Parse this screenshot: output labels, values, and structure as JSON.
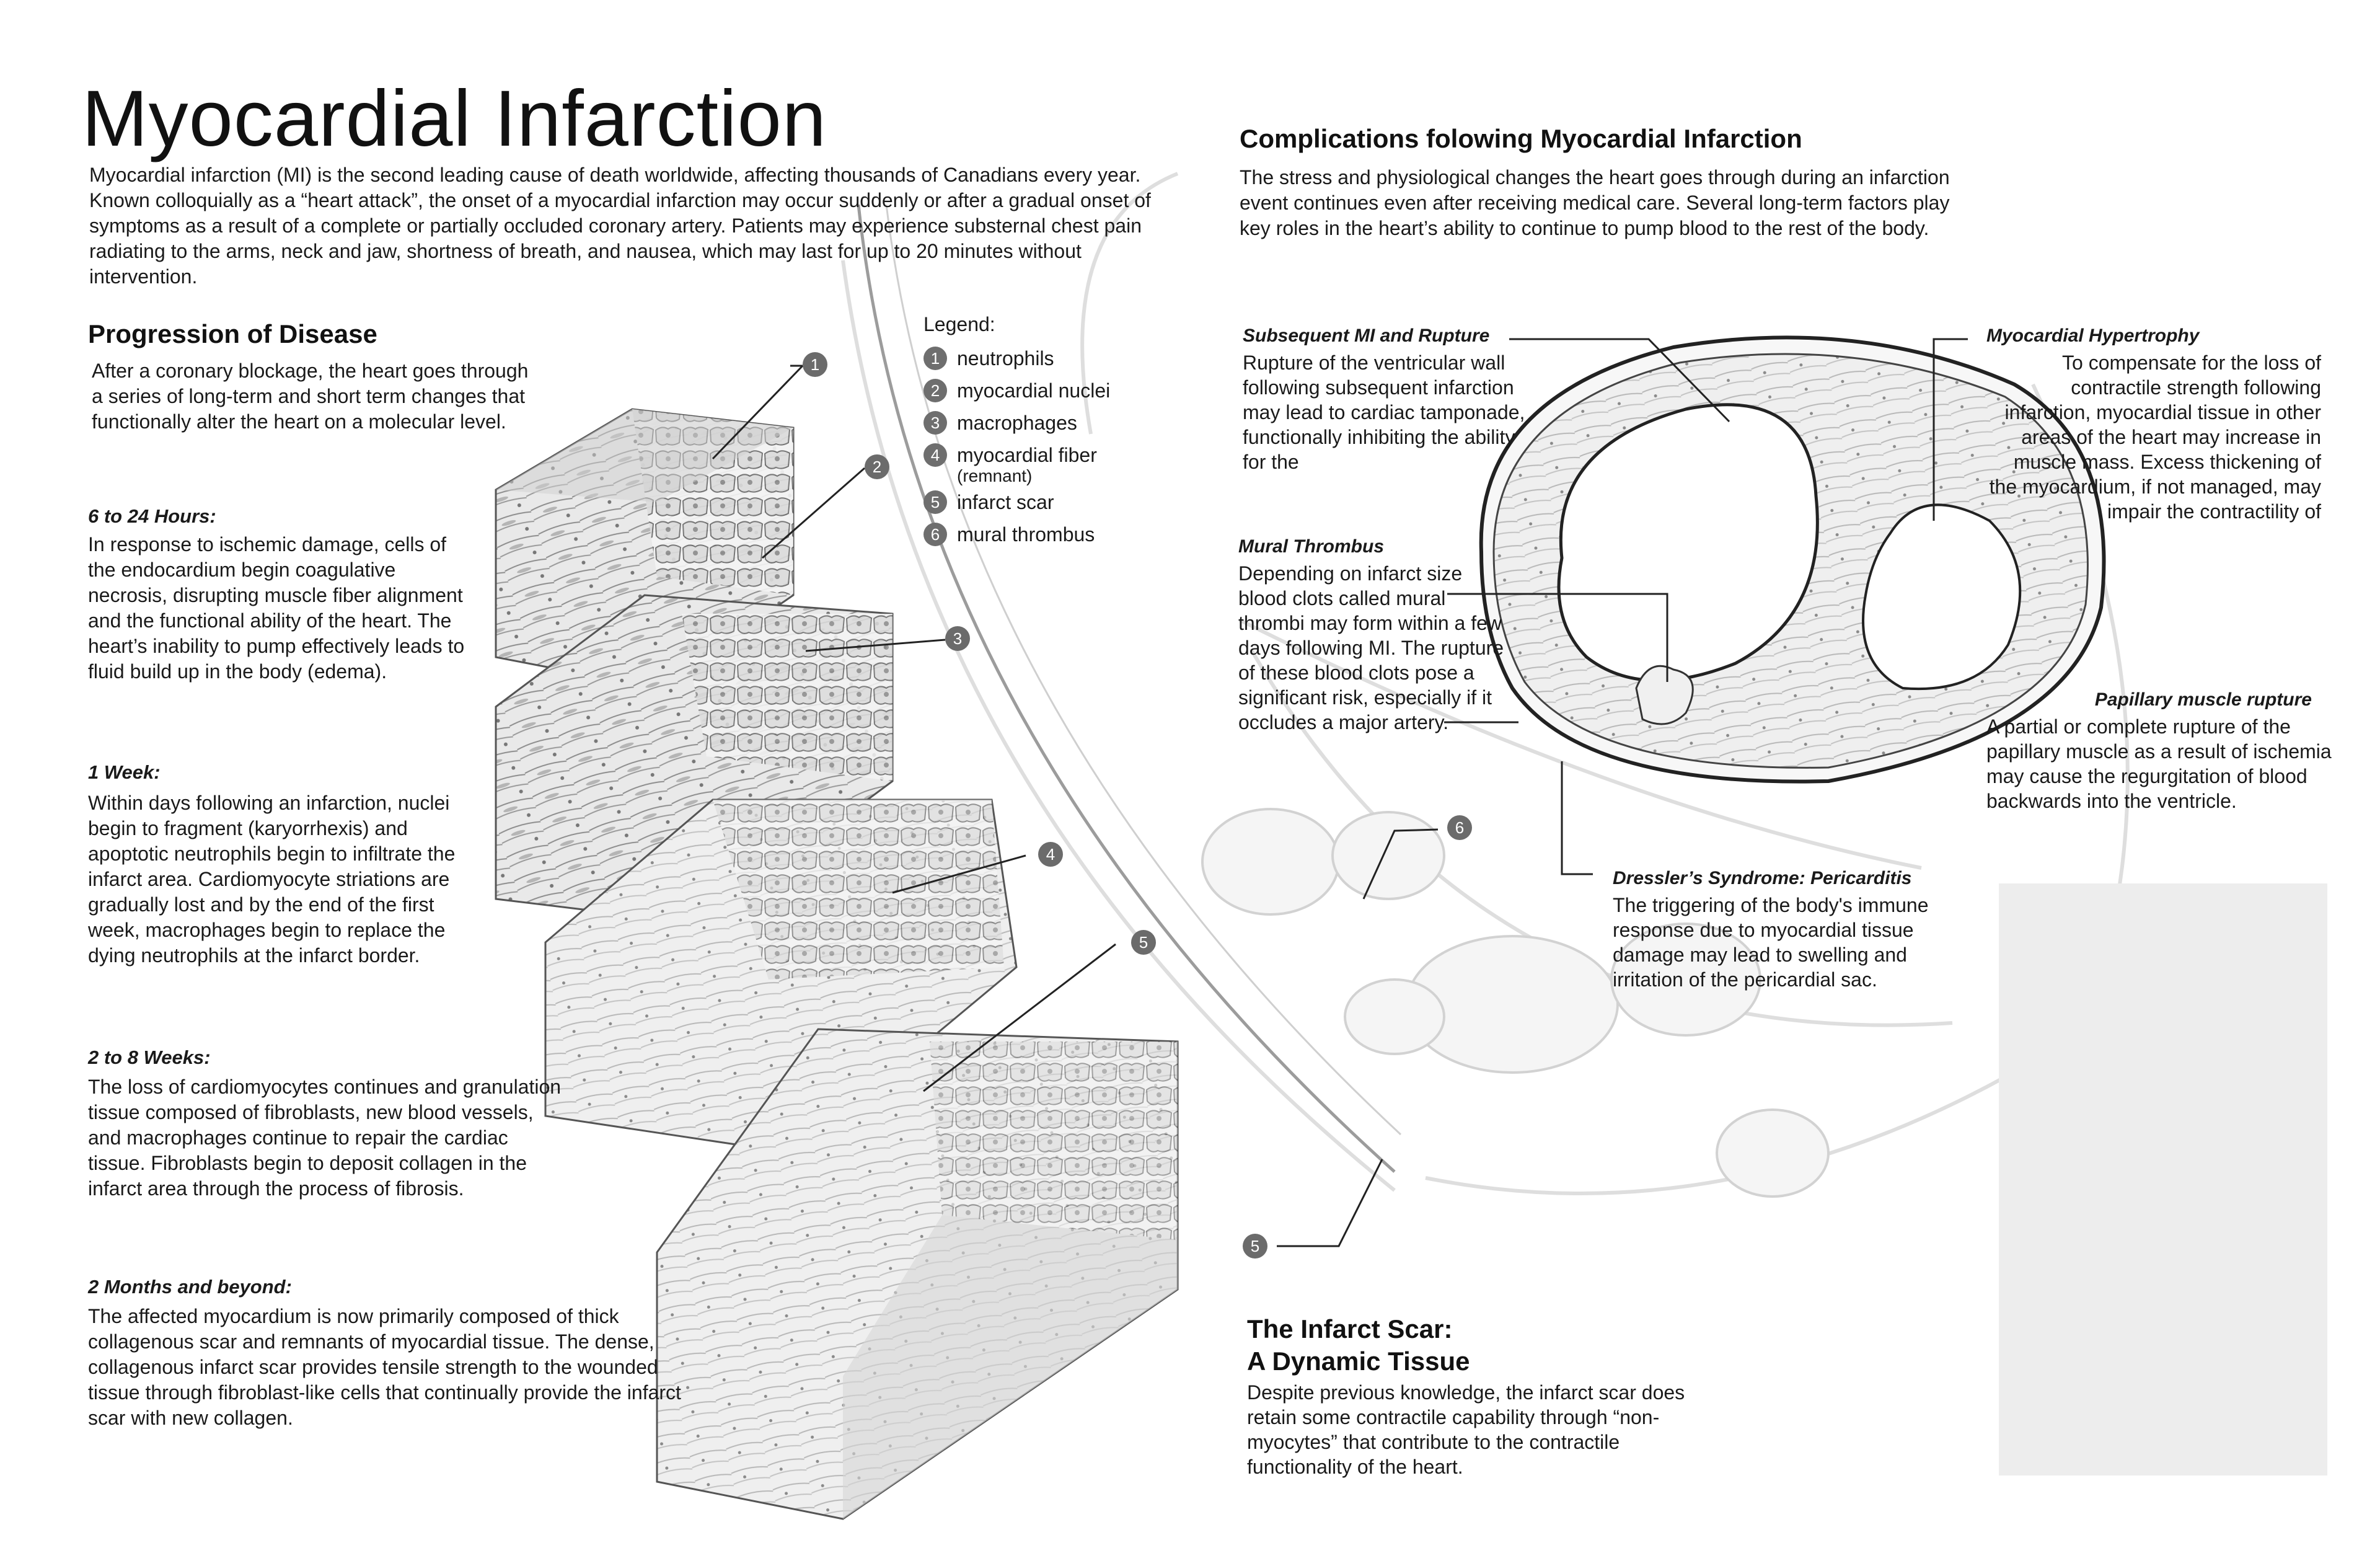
{
  "title": "Myocardial Infarction",
  "intro": "Myocardial infarction (MI) is the second leading cause of death worldwide, affecting thousands of Canadians every year. Known colloquially as a “heart attack”, the onset of a myocardial infarction may occur suddenly or after a gradual onset of symptoms as a result of a complete or partially occluded coronary artery. Patients may experience substernal chest pain radiating to the arms, neck and jaw, shortness of breath, and nausea, which may last for up to 20 minutes without intervention.",
  "progression": {
    "heading": "Progression of Disease",
    "intro": "After a coronary blockage, the heart goes through a series of long-term and short term changes that functionally alter the heart on a molecular level.",
    "stages": [
      {
        "heading": "6 to 24 Hours:",
        "text": "In response to ischemic damage, cells of the endocardium begin coagulative necrosis, disrupting muscle fiber alignment and the functional ability of the heart. The heart’s inability to pump effectively leads to fluid build up in the body (edema)."
      },
      {
        "heading": "1 Week:",
        "text": "Within days following an infarction, nuclei begin to fragment (karyorrhexis) and apoptotic neutrophils begin to infiltrate the infarct area. Cardiomyocyte striations are gradually lost and by the end of the first week, macrophages begin to replace the dying neutrophils at the infarct border."
      },
      {
        "heading": "2 to 8 Weeks:",
        "text": "The loss of cardiomyocytes continues and granulation tissue composed of fibroblasts, new blood vessels, and macrophages continue to repair the cardiac tissue. Fibroblasts begin to deposit collagen in the infarct area through the process of fibrosis."
      },
      {
        "heading": "2 Months and beyond:",
        "text": "The affected myocardium is now primarily composed of thick collagenous scar and remnants of myocardial tissue. The dense, collagenous infarct scar provides tensile strength to the wounded tissue through fibroblast-like cells that continually provide the infarct scar with new collagen."
      }
    ]
  },
  "legend": {
    "title": "Legend:",
    "items": [
      {
        "num": "1",
        "label": "neutrophils"
      },
      {
        "num": "2",
        "label": "myocardial nuclei"
      },
      {
        "num": "3",
        "label": "macrophages"
      },
      {
        "num": "4",
        "label": "myocardial fiber",
        "sub": "(remnant)"
      },
      {
        "num": "5",
        "label": "infarct scar"
      },
      {
        "num": "6",
        "label": "mural thrombus"
      }
    ]
  },
  "markers": [
    "1",
    "2",
    "3",
    "4",
    "5",
    "6",
    "5"
  ],
  "complications": {
    "heading": "Complications folowing Myocardial Infarction",
    "intro": "The stress and physiological changes the heart goes through during an infarction event continues even after receiving medical care. Several long-term factors play key roles in the heart’s ability to continue to pump blood to the rest of the body.",
    "items": {
      "rupture": {
        "heading": "Subsequent MI and Rupture",
        "text": "Rupture of the ventricular wall following subsequent infarction may lead to cardiac tamponade, functionally inhibiting the ability for the"
      },
      "thrombus": {
        "heading": "Mural Thrombus",
        "text": "Depending on infarct size blood clots called mural thrombi may form within a few days following MI. The rupture of these blood clots pose a significant risk, especially if it occludes a major artery."
      },
      "dressler": {
        "heading": "Dressler’s Syndrome: Pericarditis",
        "text": "The triggering of the body's immune response due to myocardial tissue damage may lead to swelling and irritation of the pericardial sac."
      },
      "hypertrophy": {
        "heading": "Myocardial Hypertrophy",
        "text": "To compensate for the loss of contractile strength following infarction, myocardial tissue in other areas of the heart may increase in muscle mass. Excess thickening of the myocardium, if not managed, may impair the contractility of"
      },
      "papillary": {
        "heading": "Papillary muscle rupture",
        "text": "A partial or complete rupture of the papillary muscle as a result of ischemia may cause the regurgitation of blood backwards into the ventricle."
      }
    }
  },
  "scar": {
    "heading_line1": "The Infarct Scar:",
    "heading_line2": "A Dynamic Tissue",
    "text": "Despite previous knowledge, the infarct scar does retain some contractile capability through “non-myocytes” that contribute to the contractile functionality of the heart."
  }
}
